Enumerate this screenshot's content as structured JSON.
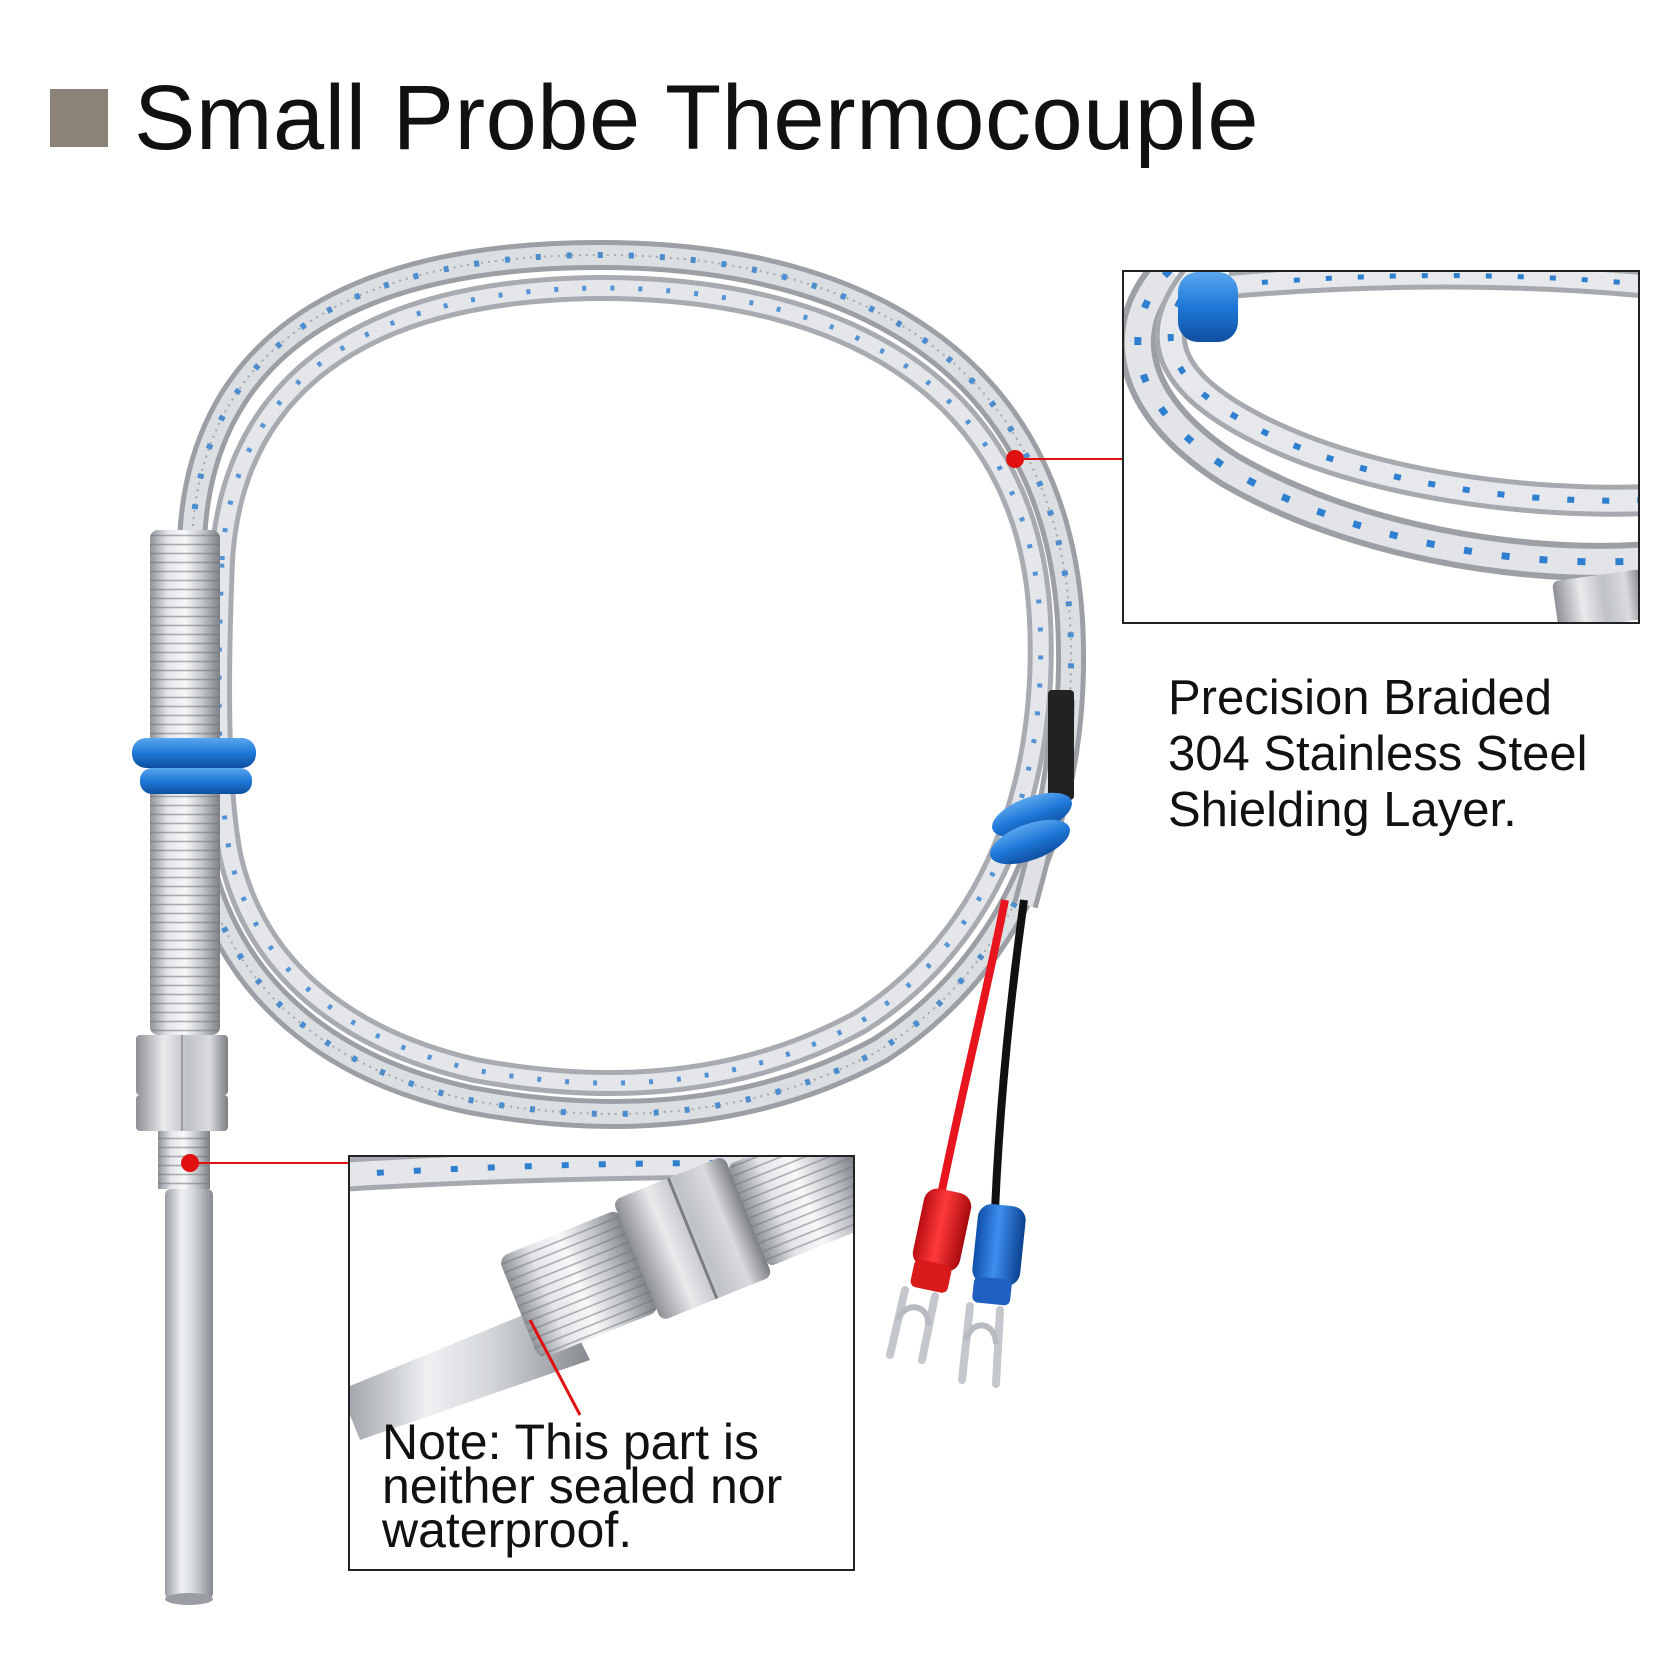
{
  "title": "Small Probe Thermocouple",
  "colors": {
    "title_square": "#8b8378",
    "callout_red": "#e01010",
    "braid_blue": "#2f7fd0",
    "sleeve_blue": "#1e78d8",
    "lead_red": "#e8141e",
    "lead_black": "#111111",
    "steel": "#c9ccd0"
  },
  "callouts": {
    "braid": {
      "lines": [
        "Precision Braided",
        "304 Stainless Steel",
        "Shielding Layer."
      ]
    },
    "note": {
      "lines": [
        "Note: This part is",
        "neither sealed nor",
        "waterproof."
      ]
    }
  },
  "icons": {
    "title_marker": "square-marker-icon"
  }
}
